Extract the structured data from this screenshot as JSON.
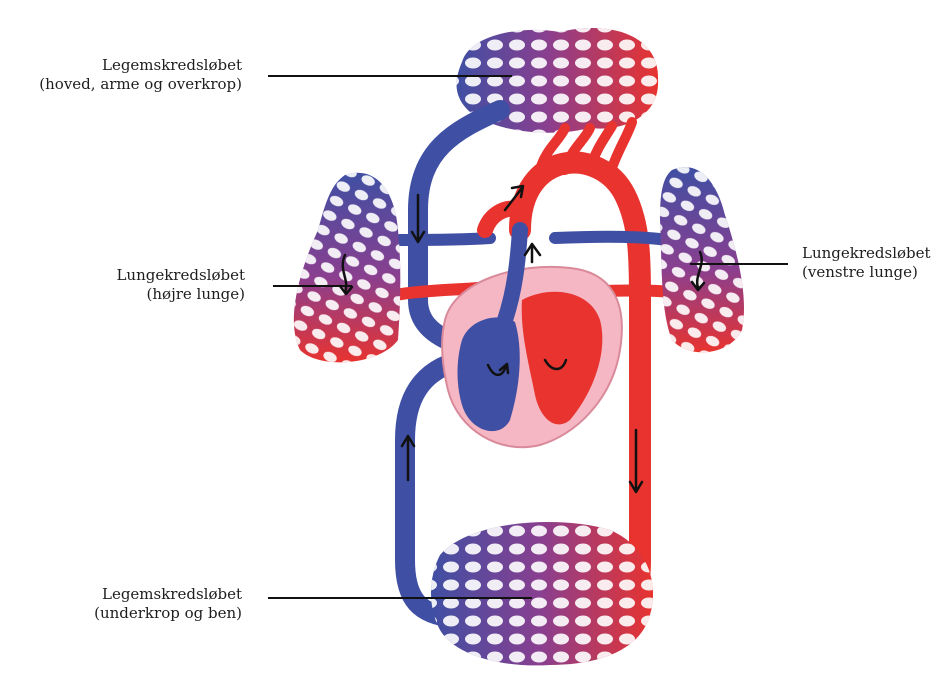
{
  "labels": {
    "upper_body": {
      "line1": "Legemskredsløbet",
      "line2": "(hoved, arme og overkrop)"
    },
    "right_lung": {
      "line1": "Lungekredsløbet",
      "line2": "(højre lunge)"
    },
    "left_lung": {
      "line1": "Lungekredsløbet",
      "line2": "(venstre lunge)"
    },
    "lower_body": {
      "line1": "Legemskredsløbet",
      "line2": "(underkrop og ben)"
    }
  },
  "colors": {
    "oxygenated": "#e8332f",
    "deoxygenated": "#3f4fa3",
    "mixed": "#8a3f8f",
    "pericardium": "#f6b7c4",
    "leader_line": "#111111"
  },
  "icons": [
    "flow-arrow-icon"
  ]
}
